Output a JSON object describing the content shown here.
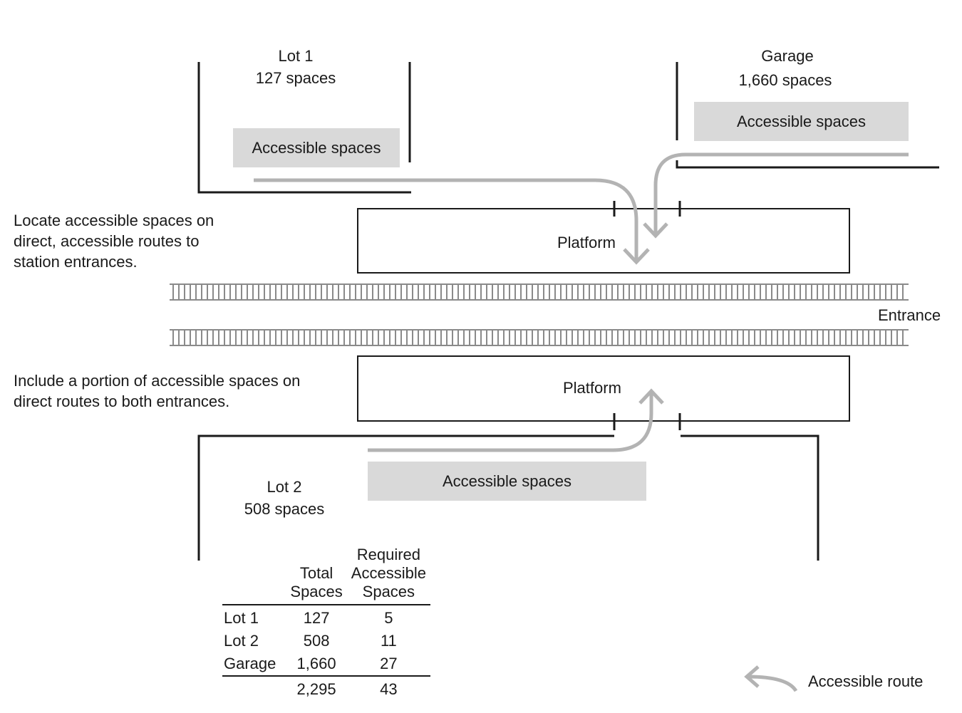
{
  "lot1": {
    "name": "Lot 1",
    "spaces": "127 spaces",
    "accessible_label": "Accessible spaces"
  },
  "garage": {
    "name": "Garage",
    "spaces": "1,660 spaces",
    "accessible_label": "Accessible spaces"
  },
  "lot2": {
    "name": "Lot 2",
    "spaces": "508 spaces",
    "accessible_label": "Accessible spaces"
  },
  "platform_top": "Platform",
  "platform_bottom": "Platform",
  "entrance_label": "Entrance",
  "notes": {
    "top": [
      "Locate accessible spaces on",
      "direct, accessible routes to",
      "station entrances."
    ],
    "bottom": [
      "Include a portion of accessible spaces on",
      "direct routes to both entrances."
    ]
  },
  "table": {
    "headers": {
      "col1": [
        "Total",
        "Spaces"
      ],
      "col2": [
        "Required",
        "Accessible",
        "Spaces"
      ]
    },
    "rows": [
      {
        "name": "Lot 1",
        "total": "127",
        "required": "5"
      },
      {
        "name": "Lot 2",
        "total": "508",
        "required": "11"
      },
      {
        "name": "Garage",
        "total": "1,660",
        "required": "27"
      }
    ],
    "totals": {
      "total": "2,295",
      "required": "43"
    }
  },
  "legend": {
    "label": "Accessible route",
    "icon": "curved-arrow-icon"
  },
  "colors": {
    "route": "#b3b3b3",
    "accessible_fill": "#d9d9d9",
    "lines": "#1a1a1a",
    "rails": "#8a8a8a"
  }
}
